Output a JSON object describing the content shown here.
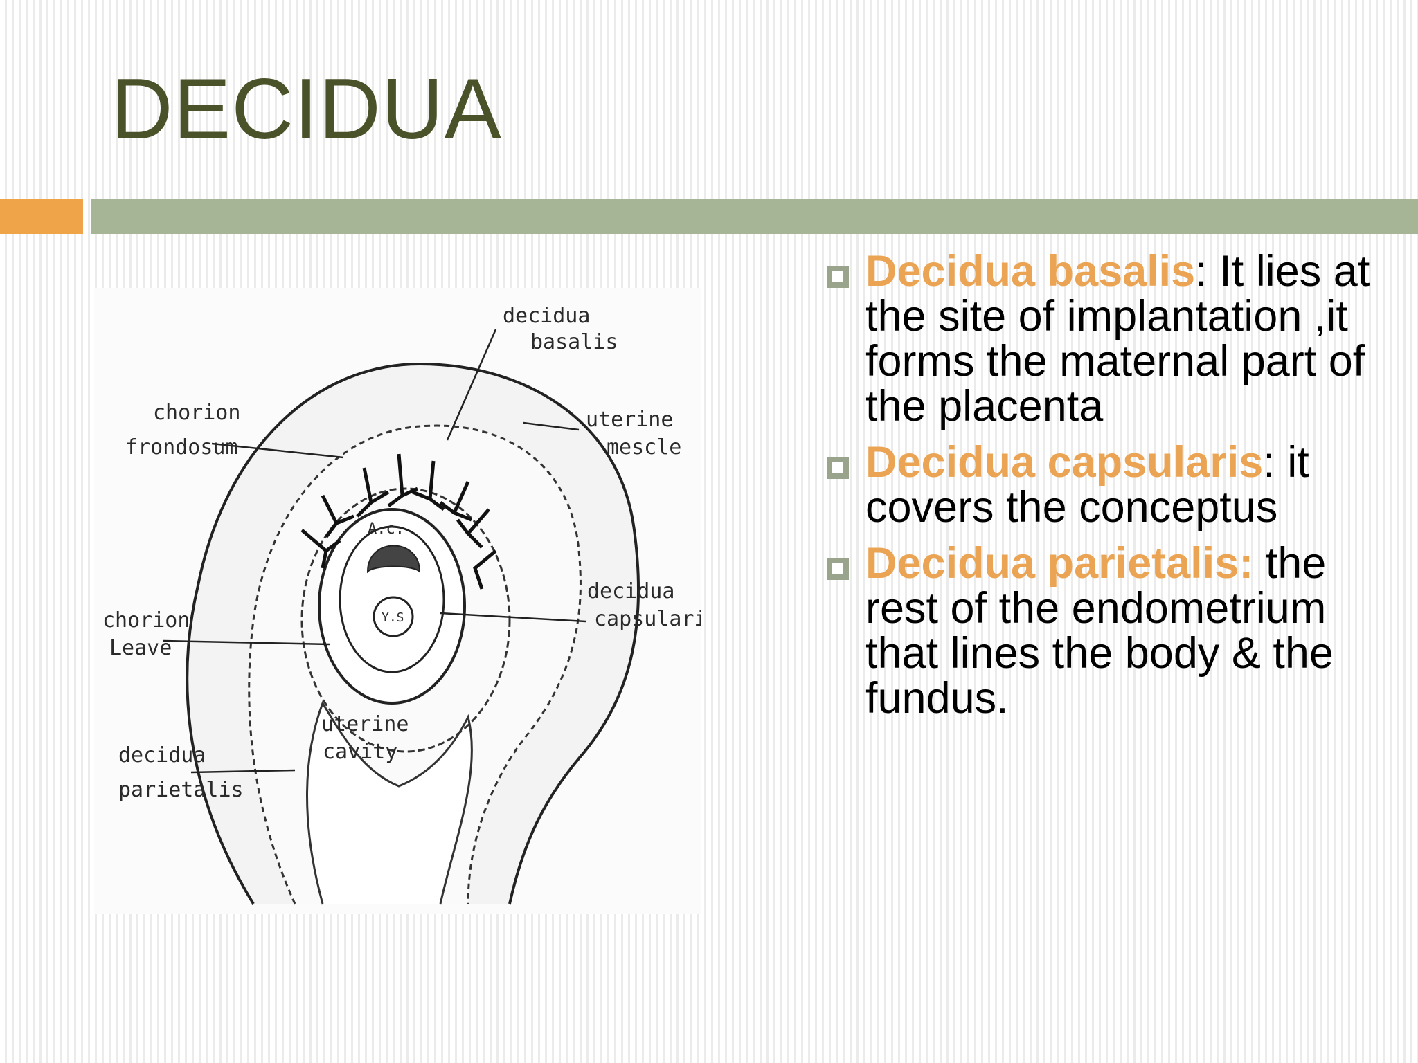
{
  "slide": {
    "title": "DECIDUA"
  },
  "figure": {
    "labels": {
      "decidua_basalis": [
        "decidua",
        "basalis"
      ],
      "chorion_frondosum": [
        "chorion",
        "frondosum"
      ],
      "uterine_muscle": [
        "uterine",
        "mescle"
      ],
      "chorion_leave": [
        "chorion",
        "Leave"
      ],
      "decidua_capsularis": [
        "decidua",
        "capsularis"
      ],
      "uterine_cavity": [
        "uterine",
        "cavity"
      ],
      "decidua_parietalis": [
        "decidua",
        "parietalis"
      ],
      "amniotic_cavity": "A.c.",
      "yolk_sac": "Y.S"
    }
  },
  "bullets": [
    {
      "term": "Decidua basalis",
      "term_suffix": "",
      "sep": ":",
      "text": " It lies at the site of implantation ,it forms the maternal part of the placenta"
    },
    {
      "term": "Decidua capsularis",
      "term_suffix": "",
      "sep": ":",
      "text": " it covers the conceptus"
    },
    {
      "term": "Decidua parietalis",
      "term_suffix": ":",
      "sep": "",
      "text": " the rest of the endometrium that lines the body & the fundus."
    }
  ],
  "colors": {
    "title": "#4a5229",
    "accent": "#f0a449",
    "rule": "#a6b595",
    "term": "#eaa454"
  },
  "icons": {
    "bullet": "hollow-square-bullet-icon"
  }
}
